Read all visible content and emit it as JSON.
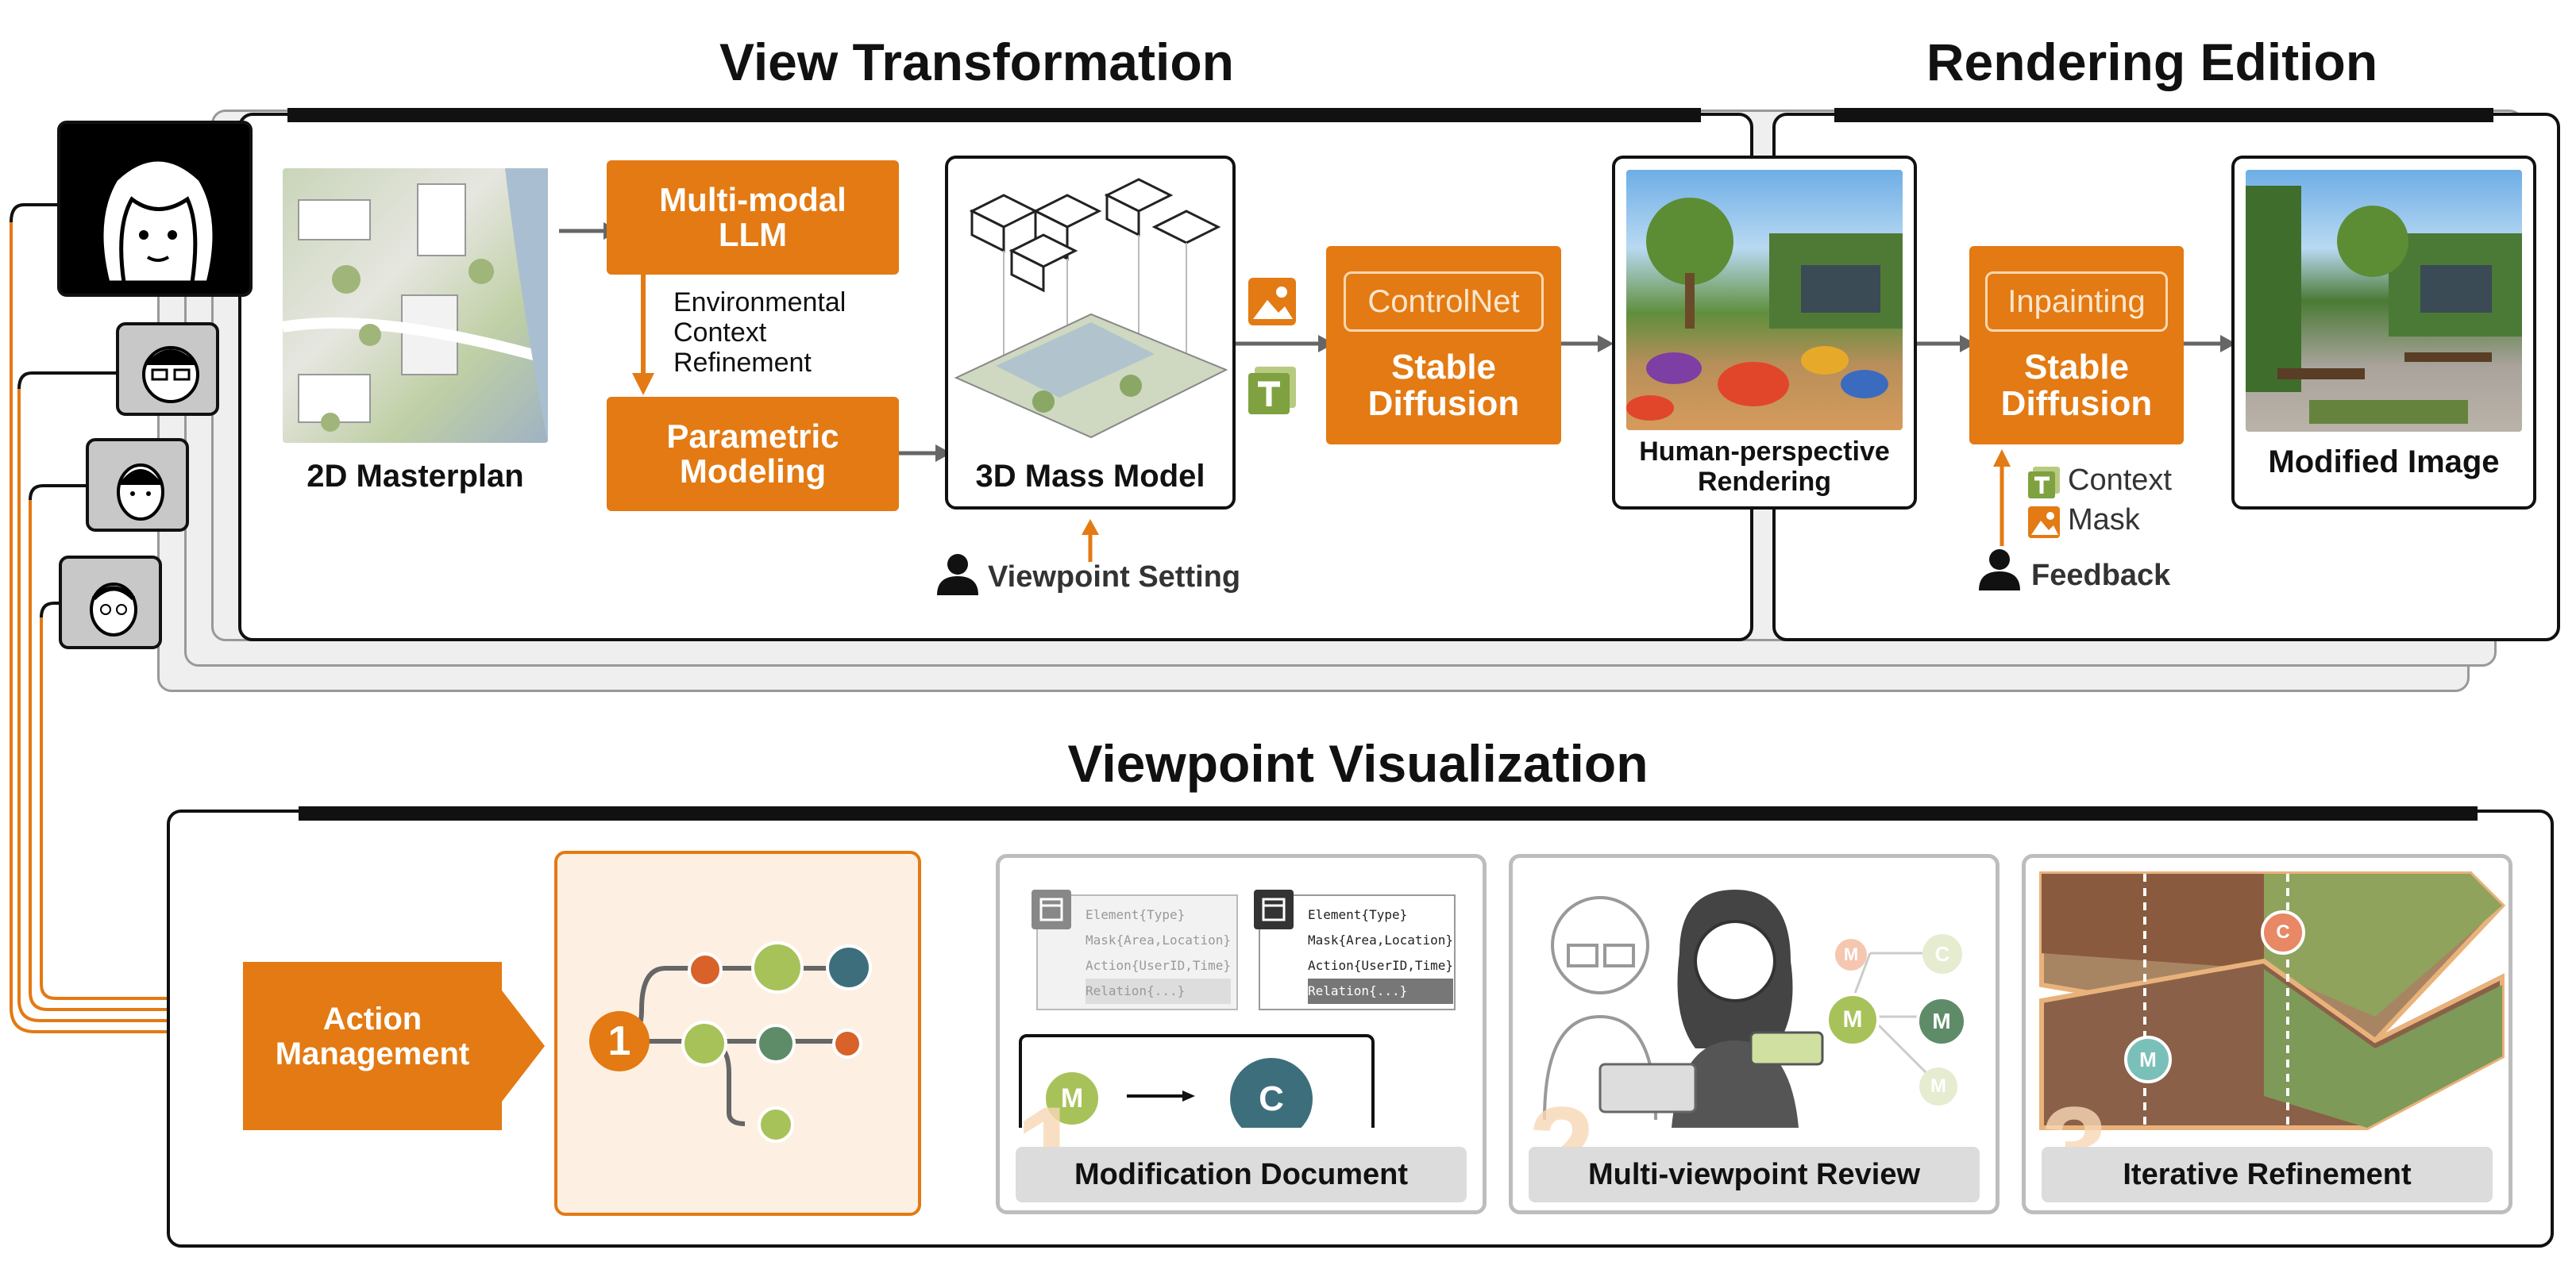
{
  "sections": {
    "view_transformation": "View Transformation",
    "rendering_edition": "Rendering Edition",
    "viewpoint_visualization": "Viewpoint Visualization"
  },
  "nodes": {
    "masterplan": "2D Masterplan",
    "llm": "Multi-modal LLM",
    "llm_line1": "Multi-modal",
    "llm_line2": "LLM",
    "env_line1": "Environmental",
    "env_line2": "Context",
    "env_line3": "Refinement",
    "param_line1": "Parametric",
    "param_line2": "Modeling",
    "mass_model": "3D Mass Model",
    "viewpoint_setting": "Viewpoint Setting",
    "controlnet": "ControlNet",
    "sd1_line1": "Stable",
    "sd1_line2": "Diffusion",
    "human_line1": "Human-perspective",
    "human_line2": "Rendering",
    "inpainting": "Inpainting",
    "sd2_line1": "Stable",
    "sd2_line2": "Diffusion",
    "context": "Context",
    "mask": "Mask",
    "feedback": "Feedback",
    "modified_image": "Modified Image"
  },
  "visualization": {
    "action_line1": "Action",
    "action_line2": "Management",
    "step_number": "1",
    "doc_fields_left": [
      "Element{Type}",
      "Mask{Area,Location}",
      "Action{UserID,Time}",
      "Relation{...}"
    ],
    "doc_fields_right": [
      "Element{Type}",
      "Mask{Area,Location}",
      "Action{UserID,Time}",
      "Relation{...}"
    ],
    "node_m": "M",
    "node_c": "C",
    "cards": [
      {
        "num": "1",
        "label": "Modification Document"
      },
      {
        "num": "2",
        "label": "Multi-viewpoint Review"
      },
      {
        "num": "3",
        "label": "Iterative Refinement"
      }
    ]
  },
  "colors": {
    "orange": "#e37a13",
    "dark": "#111111",
    "node_green": "#a8c25a",
    "node_teal": "#3d6e7c",
    "node_dark_green": "#5e8c69",
    "node_red": "#d8622a"
  }
}
